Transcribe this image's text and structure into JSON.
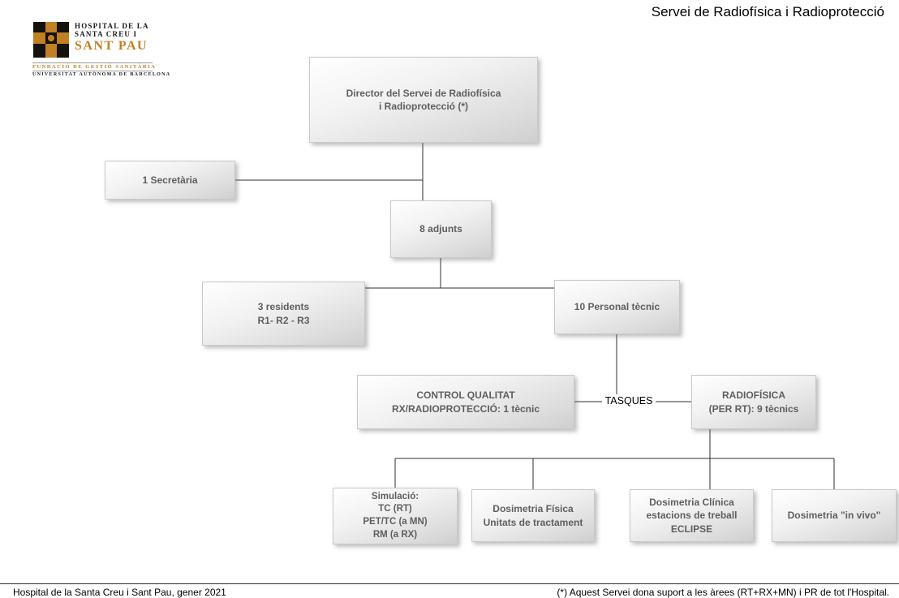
{
  "header": {
    "title": "Servei de Radiofísica i Radioprotecció"
  },
  "logo": {
    "line1": "HOSPITAL DE LA",
    "line2": "SANTA CREU I",
    "line3": "SANT PAU",
    "fundacio": "FUNDACIÓ DE GESTIÓ SANITÀRIA",
    "universitat": "UNIVERSITAT AUTÒNOMA DE BARCELONA"
  },
  "org_chart": {
    "nodes": {
      "director": {
        "label": "Director del Servei de Radiofísica\ni Radioprotecció (*)"
      },
      "secretaria": {
        "label": "1 Secretària"
      },
      "adjunts": {
        "label": "8 adjunts"
      },
      "residents": {
        "label": "3 residents\nR1- R2 - R3"
      },
      "personal_tecnic": {
        "label": "10 Personal tècnic"
      },
      "control_qualitat": {
        "label": "CONTROL QUALITAT\nRX/RADIOPROTECCIÓ: 1 tècnic"
      },
      "radiofisica": {
        "label": "RADIOFÍSICA\n(PER RT): 9 tècnics"
      },
      "simulacio": {
        "label": "Simulació:\nTC (RT)\nPET/TC (a MN)\nRM (a RX)"
      },
      "dosimetria_fisica": {
        "label": "Dosimetria Física\nUnitats de tractament"
      },
      "dosimetria_clinica": {
        "label": "Dosimetria Clínica\nestacions de treball\nECLIPSE"
      },
      "dosimetria_in_vivo": {
        "label": "Dosimetria \"in vivo\""
      }
    },
    "edge_label": "TASQUES"
  },
  "footer": {
    "left": "Hospital de la Santa Creu i Sant Pau, gener 2021",
    "right": "(*) Aquest Servei dona suport a les àrees (RT+RX+MN) i PR de tot l'Hospital."
  },
  "colors": {
    "brand_gold": "#C08023",
    "node_text": "#5F5F5F",
    "node_gradient_top": "#FFFFFF",
    "node_gradient_bottom": "#CFCFCF",
    "connector": "#2F2F2F"
  }
}
